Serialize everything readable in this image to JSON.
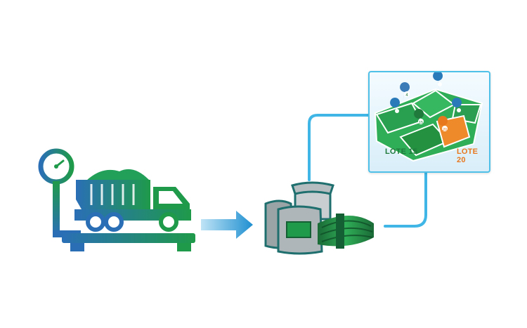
{
  "map": {
    "lots": [
      {
        "label": "LOTE 15"
      },
      {
        "label": "LOTE 20"
      }
    ],
    "pins": [
      {
        "label": "4"
      },
      {
        "label": "15"
      },
      {
        "label": "20"
      }
    ]
  },
  "colors": {
    "green": "#1f9a4a",
    "dark_green": "#16753a",
    "blue": "#2a79b8",
    "cyan_line": "#3fb6e6",
    "orange": "#ef8a2a",
    "gray_sack": "#9aa3a6"
  },
  "icons": [
    "truck-scale-icon",
    "arrow-right-icon",
    "sacks-bundle-icon",
    "field-map-icon"
  ]
}
